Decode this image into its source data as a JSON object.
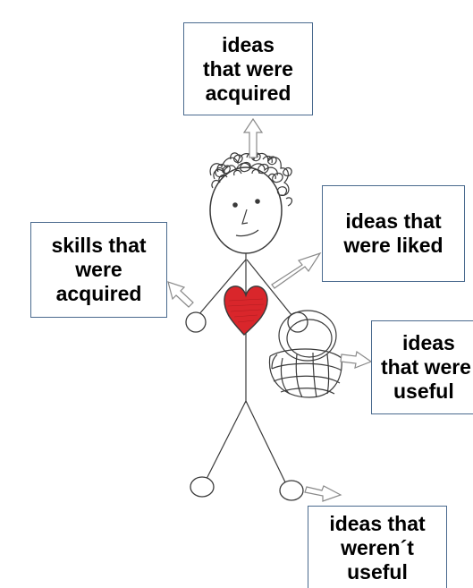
{
  "boxes": {
    "top": [
      "ideas",
      "that were",
      "acquired"
    ],
    "left": [
      "skills that",
      "were",
      "acquired"
    ],
    "right_upper": [
      "ideas that",
      "were liked"
    ],
    "right_middle": [
      "ideas",
      "that were",
      "useful"
    ],
    "bottom_right": [
      "ideas that",
      "weren´t",
      "useful"
    ]
  },
  "colors": {
    "box_border": "#4a6a8e",
    "heart": "#d9262b",
    "ink": "#3a3a3a",
    "arrow": "#8a8a8a"
  },
  "icons": [
    "stick-figure",
    "heart-icon",
    "basket-icon",
    "arrow-icon"
  ]
}
